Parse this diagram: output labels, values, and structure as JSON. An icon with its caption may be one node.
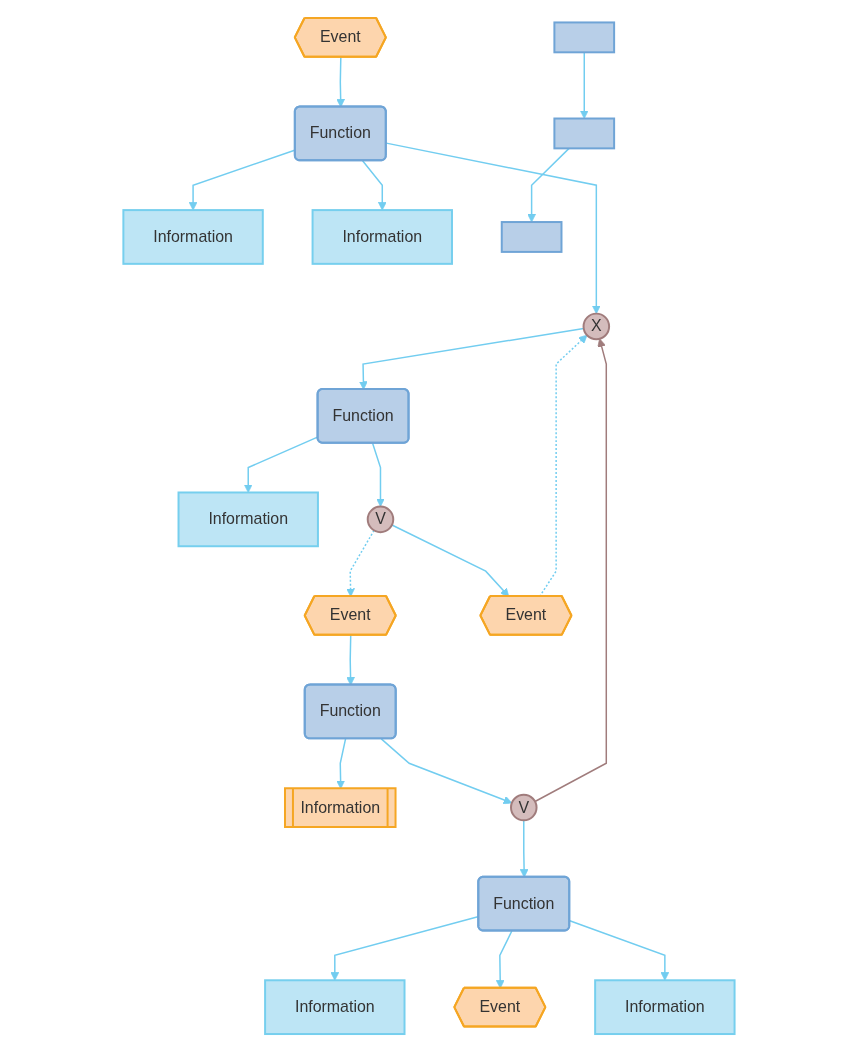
{
  "diagram": {
    "nodes": [
      {
        "text": [
          "Event"
        ]
      },
      {
        "text": [
          "Information"
        ]
      },
      {
        "text": [
          "Function"
        ]
      },
      {
        "text": [
          "Information"
        ]
      },
      {
        "text": [
          "X"
        ]
      },
      {
        "text": [
          "Function"
        ]
      },
      {
        "text": [
          "Information"
        ]
      },
      {
        "text": [
          "V"
        ]
      },
      {
        "text": [
          "Event"
        ]
      },
      {
        "text": [
          "Event"
        ]
      },
      {
        "text": [
          "Information"
        ]
      },
      {
        "text": [
          "Function"
        ]
      },
      {
        "text": [
          "Information"
        ]
      },
      {
        "text": [
          "V"
        ]
      },
      {
        "text": [
          "Function"
        ]
      },
      {
        "text": [
          "Event"
        ]
      },
      {
        "text": [
          "Information"
        ]
      },
      {
        "text": [],
        "shape": "box"
      },
      {
        "text": [],
        "shape": "box"
      },
      {
        "text": [],
        "shape": "box"
      }
    ],
    "edges": [
      {
        "from": 0,
        "to": 2,
        "arrow": "to"
      },
      {
        "from": 2,
        "to": 1,
        "arrow": "to"
      },
      {
        "from": 2,
        "to": 3,
        "arrow": "to"
      },
      {
        "from": 2,
        "to": 4,
        "arrow": "to"
      },
      {
        "from": 4,
        "to": 5,
        "arrow": "to"
      },
      {
        "from": 5,
        "to": 6,
        "arrow": "to"
      },
      {
        "from": 5,
        "to": 7,
        "arrow": "to"
      },
      {
        "from": 7,
        "to": 8,
        "arrow": "to",
        "style": "dashed"
      },
      {
        "from": 7,
        "to": 9,
        "arrow": "to"
      },
      {
        "from": 9,
        "to": 4,
        "arrow": "to",
        "style": "dashed"
      },
      {
        "from": 8,
        "to": 11,
        "arrow": "to"
      },
      {
        "from": 11,
        "to": 10,
        "arrow": "to"
      },
      {
        "from": 11,
        "to": 13,
        "arrow": "to"
      },
      {
        "from": 13,
        "to": 4,
        "arrow": "to",
        "color": "#a07c7c"
      },
      {
        "from": 13,
        "to": 14,
        "arrow": "to"
      },
      {
        "from": 14,
        "to": 12,
        "arrow": "to"
      },
      {
        "from": 14,
        "to": 15,
        "arrow": "to"
      },
      {
        "from": 14,
        "to": 16,
        "arrow": "to"
      },
      {
        "from": 17,
        "to": 18,
        "arrow": "to"
      },
      {
        "from": 18,
        "to": 19,
        "arrow": "to"
      }
    ]
  }
}
